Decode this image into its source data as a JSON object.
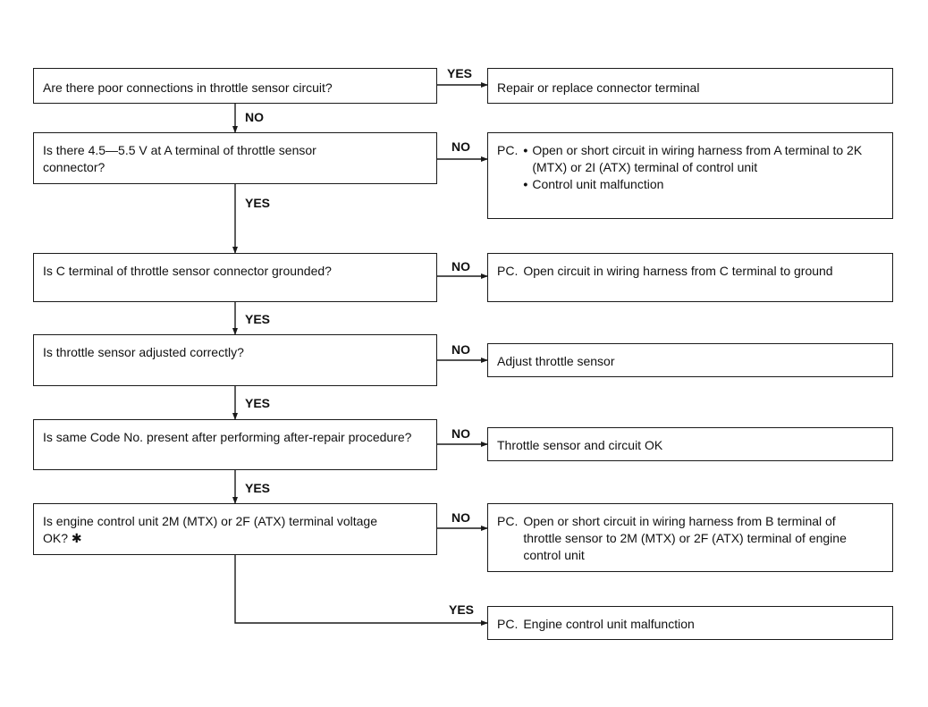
{
  "labels": {
    "yes": "YES",
    "no": "NO"
  },
  "steps": [
    {
      "question": "Are there poor connections in throttle sensor circuit?",
      "branch_label": "YES",
      "result_prefix": "",
      "result": [
        "Repair or replace connector terminal"
      ],
      "next_label": "NO"
    },
    {
      "question": "Is there 4.5—5.5 V at A terminal of throttle sensor connector?",
      "branch_label": "NO",
      "result_prefix": "PC.",
      "result_bullets": [
        "Open or short circuit in wiring harness from A terminal to 2K (MTX) or 2I (ATX) terminal of control unit",
        "Control unit malfunction"
      ],
      "next_label": "YES"
    },
    {
      "question": "Is C terminal of throttle sensor connector grounded?",
      "branch_label": "NO",
      "result_prefix": "PC.",
      "result": [
        "Open circuit in wiring harness from C terminal to ground"
      ],
      "next_label": "YES"
    },
    {
      "question": "Is throttle sensor adjusted correctly?",
      "branch_label": "NO",
      "result_prefix": "",
      "result": [
        "Adjust throttle sensor"
      ],
      "next_label": "YES"
    },
    {
      "question": "Is same Code No. present after performing after-repair procedure?",
      "branch_label": "NO",
      "result_prefix": "",
      "result": [
        "Throttle sensor and circuit OK"
      ],
      "next_label": "YES"
    },
    {
      "question": "Is engine control unit 2M (MTX) or 2F (ATX) terminal voltage OK? ✱",
      "branch_label": "NO",
      "result_prefix": "PC.",
      "result": [
        "Open or short circuit in wiring harness from B terminal of throttle sensor to 2M (MTX) or 2F (ATX) terminal of engine control unit"
      ],
      "next_label": "YES"
    }
  ],
  "final": {
    "branch_label": "YES",
    "result_prefix": "PC.",
    "result": "Engine control unit malfunction"
  }
}
